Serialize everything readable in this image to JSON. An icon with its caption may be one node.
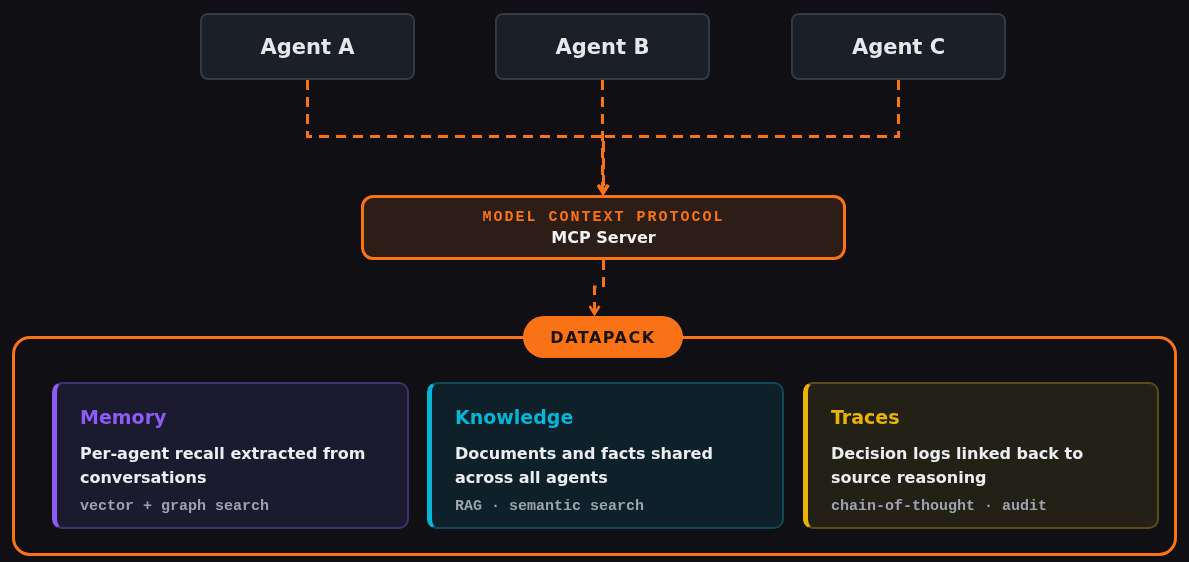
{
  "diagram": {
    "nodes": [
      {
        "text": [
          "Agent A"
        ]
      },
      {
        "text": [
          "Agent B"
        ]
      },
      {
        "text": [
          "Agent C"
        ]
      },
      {
        "text": [
          "MODEL CONTEXT PROTOCOL",
          "MCP Server"
        ]
      },
      {
        "text": [
          "DATAPACK"
        ]
      },
      {
        "text": [
          "Memory",
          "Per-agent recall extracted from conversations",
          "vector + graph search"
        ],
        "in": 4
      },
      {
        "text": [
          "Knowledge",
          "Documents and facts shared across all agents",
          "RAG · semantic search"
        ],
        "in": 4
      },
      {
        "text": [
          "Traces",
          "Decision logs linked back to source reasoning",
          "chain-of-thought · audit"
        ],
        "in": 4
      }
    ],
    "edges": [
      {
        "from": 0,
        "to": 3,
        "arrow": "to",
        "style": "dashed"
      },
      {
        "from": 1,
        "to": 3,
        "arrow": "to",
        "style": "dashed"
      },
      {
        "from": 2,
        "to": 3,
        "arrow": "to",
        "style": "dashed"
      },
      {
        "from": 3,
        "to": 4,
        "arrow": "to",
        "style": "dashed"
      }
    ]
  }
}
